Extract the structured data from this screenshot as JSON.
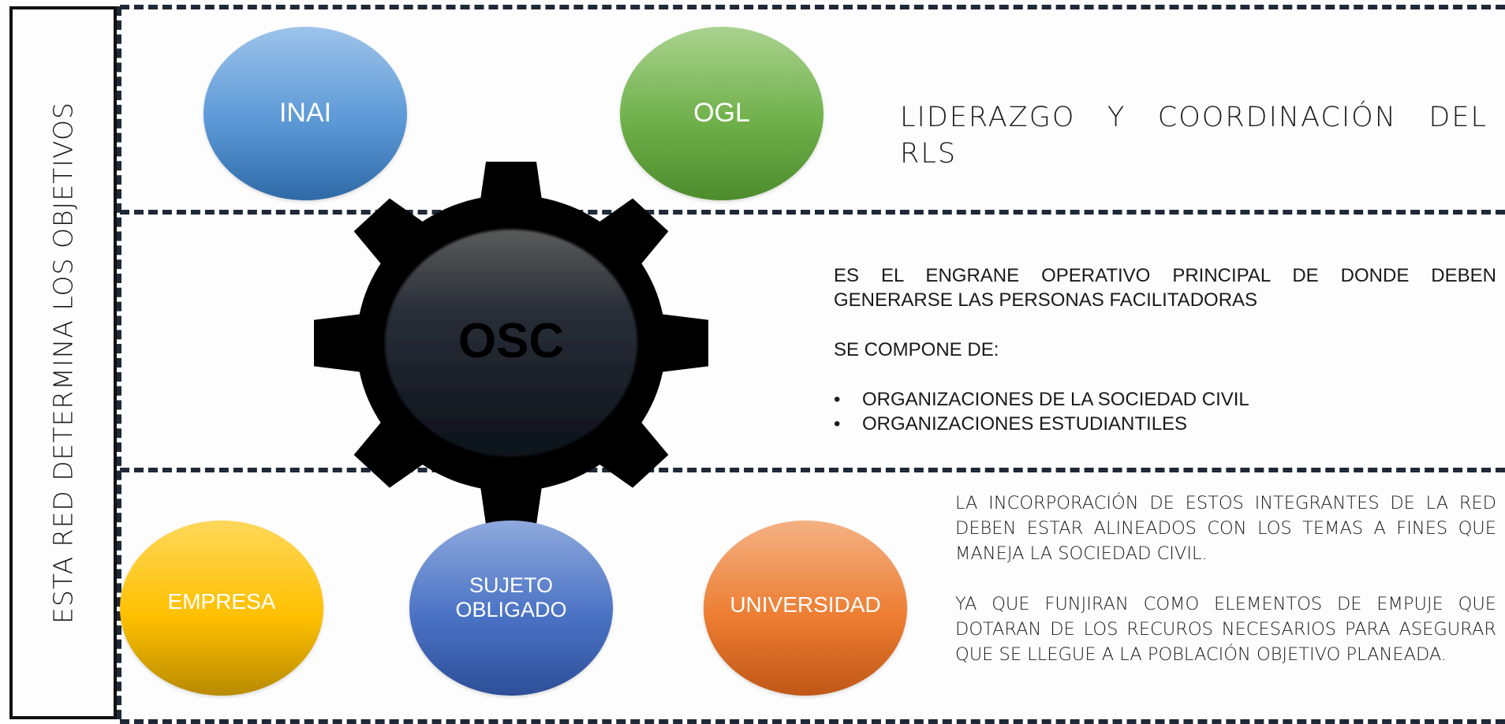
{
  "side_label": "ESTA RED DETERMINA LOS OBJETIVOS",
  "nodes": {
    "inai": {
      "label": "INAI",
      "color_top": "#9dc3ea",
      "color_bottom": "#2f6aa7"
    },
    "ogl": {
      "label": "OGL",
      "color_top": "#a9d28e",
      "color_bottom": "#4d8b2c"
    },
    "osc": {
      "label": "OSC",
      "color_gear": "#000000",
      "color_center_top": "#5b5b5b",
      "color_center_bottom": "#0d121b"
    },
    "empresa": {
      "label": "EMPRESA",
      "color_top": "#ffd75a",
      "color_bottom": "#b88a00"
    },
    "sujeto_obligado": {
      "line1": "SUJETO",
      "line2": "OBLIGADO",
      "color_top": "#8ea9dd",
      "color_bottom": "#2e4f98"
    },
    "universidad": {
      "label": "UNIVERSIDAD",
      "color_top": "#f4b183",
      "color_bottom": "#c05717"
    }
  },
  "sections": {
    "leadership": {
      "text": "LIDERAZGO Y COORDINACIÓN DEL RLS"
    },
    "operative": {
      "paragraph": "ES EL ENGRANE OPERATIVO PRINCIPAL DE DONDE DEBEN GENERARSE LAS PERSONAS FACILITADORAS",
      "composition_heading": "SE COMPONE DE:",
      "bullet_symbol": "•",
      "items": [
        "ORGANIZACIONES DE LA SOCIEDAD CIVIL",
        "ORGANIZACIONES ESTUDIANTILES"
      ]
    },
    "support": {
      "paragraph1": "LA INCORPORACIÓN DE ESTOS INTEGRANTES DE LA RED DEBEN ESTAR ALINEADOS CON LOS TEMAS A FINES QUE MANEJA LA SOCIEDAD CIVIL.",
      "paragraph2": "YA QUE FUNJIRAN COMO ELEMENTOS DE EMPUJE QUE DOTARAN DE LOS RECUROS NECESARIOS PARA ASEGURAR QUE SE LLEGUE A LA POBLACIÓN OBJETIVO PLANEADA."
    }
  },
  "frame_color": "#1f2937"
}
